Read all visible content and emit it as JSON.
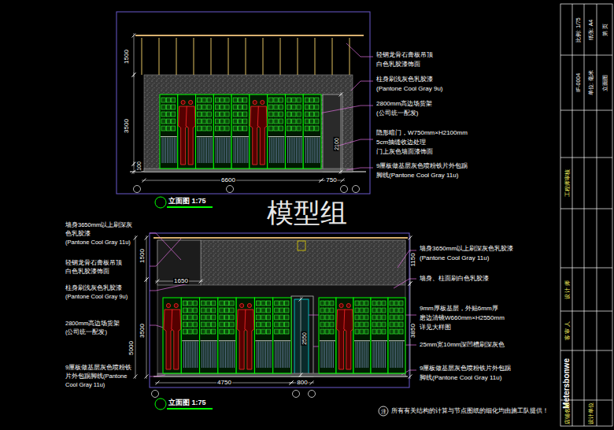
{
  "diagram": {
    "labels": [
      "1500",
      "3500",
      "100",
      "6600",
      "750",
      "2100",
      "立面图 1:75",
      "轻钢龙骨石膏板吊顶",
      "白色乳胶漆饰面",
      "柱身刷浅灰色乳胶漆",
      "(Pantone Cool Gray 9u)",
      "2800mm高边场货架",
      "(公司统一配发)",
      "隐形暗门，W750mm×H2100mm",
      "5cm抽缝收边处理",
      "门上灰色墙面漆饰面",
      "9厘板做基层灰色喷粉铁片外包踢",
      "脚线(Pantone Cool Gray 11u)",
      "模型组",
      "1500",
      "3500",
      "5000",
      "1650",
      "4750",
      "800",
      "1150",
      "3850",
      "2550",
      "墙身3650mm以上刷深灰",
      "色乳胶漆",
      "(Pantone Cool Gray 11u)",
      "轻钢龙骨石膏板吊顶",
      "白色乳胶漆饰面",
      "柱身刷浅灰色乳胶漆",
      "(Pantone Cool Gray 9u)",
      "2800mm高边场货架",
      "(公司统一配发)",
      "9厘板做基层灰色喷粉铁",
      "片外包踢脚线(Pantone",
      "Cool Gray 11u)",
      "墙身3650mm以上刷深灰色乳胶漆",
      "(Pantone Cool Gray 11u)",
      "墙身、柱面刷白色乳胶漆",
      "9mm厚板基层，外贴6mm厚",
      "磨边清镜W660mm×H2550mm",
      "详见大样图",
      "25mm宽10mm深凹槽刷深灰色",
      "9厘板做基层灰色喷粉铁片外包踢",
      "脚线(Pantone Cool Gray 11u)",
      "立面图 1:75",
      "注",
      "所有有关结构的计算与节点图纸的细化均由施工队提供！",
      "Metersbonwe",
      "店铺名称",
      "设计单位",
      "客 审 人",
      "设 计 师",
      "工程师审核",
      "IF-0004",
      "单位: 毫米",
      "比例: 1/75",
      "纸张: A4",
      "第 页",
      "立面图"
    ]
  }
}
